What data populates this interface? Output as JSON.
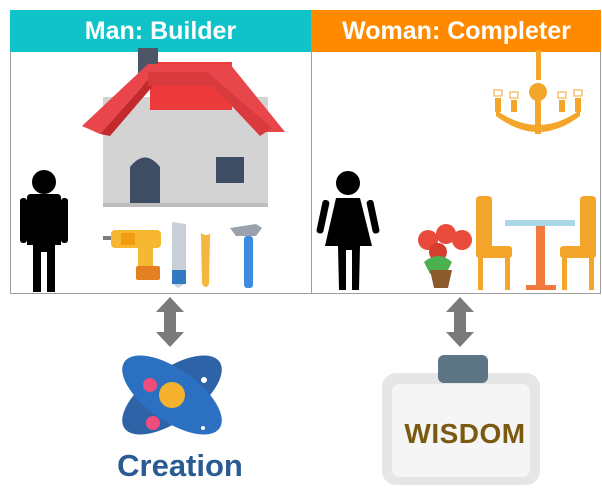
{
  "left_panel": {
    "title": "Man: Builder",
    "header_color": "#10c3c8",
    "icons": [
      "man-figure-icon",
      "house-icon",
      "drill-icon",
      "saw-icon",
      "wrench-icon",
      "hammer-icon"
    ]
  },
  "right_panel": {
    "title": "Woman: Completer",
    "header_color": "#ff8a00",
    "icons": [
      "woman-figure-icon",
      "chandelier-icon",
      "flower-pot-icon",
      "dining-table-icon",
      "chair-icon"
    ]
  },
  "bottom_left": {
    "label": "Creation",
    "icons": [
      "double-arrow-icon",
      "atom-icon"
    ]
  },
  "bottom_right": {
    "label": "WISDOM",
    "icons": [
      "double-arrow-icon",
      "board-icon"
    ]
  }
}
